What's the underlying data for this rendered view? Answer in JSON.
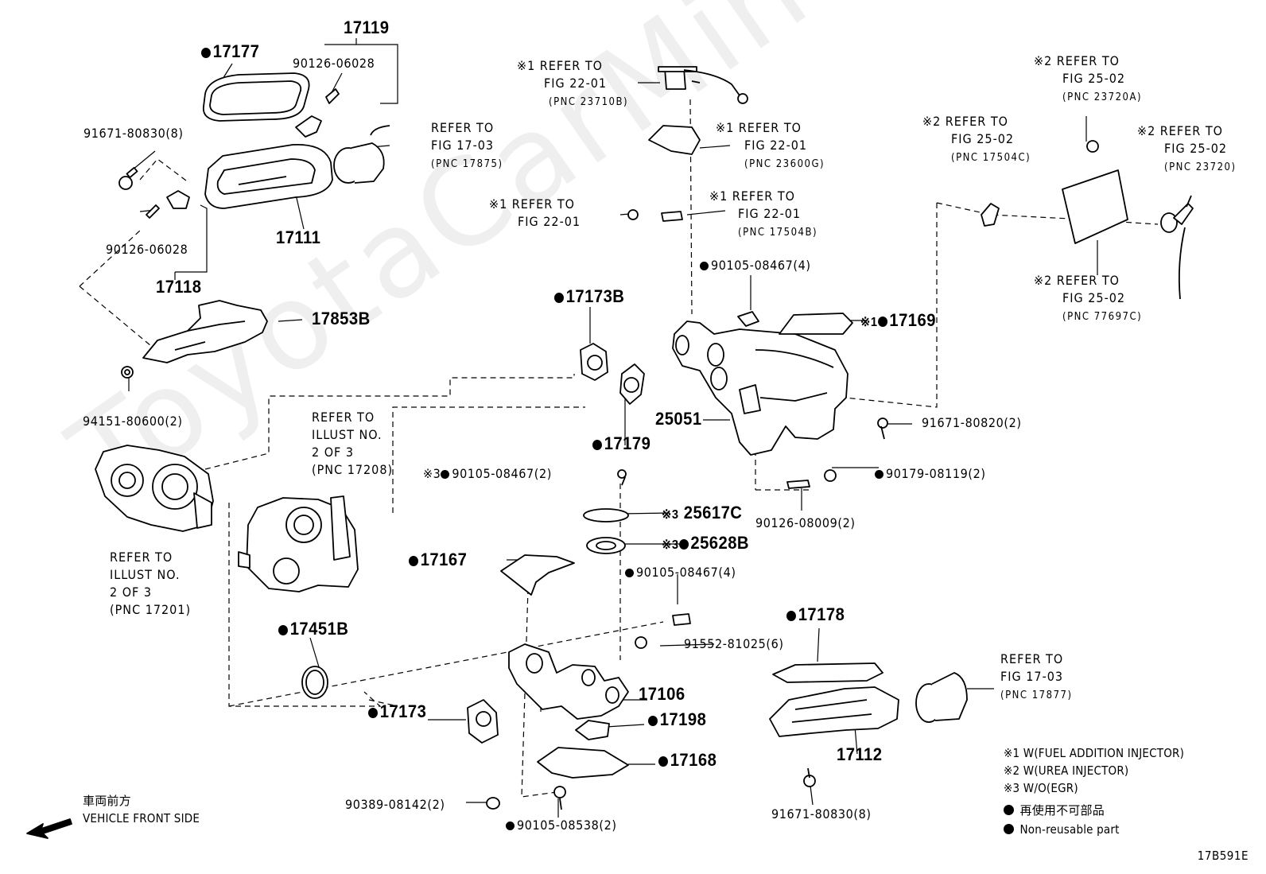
{
  "watermark": "ToyotaCarMine.ru",
  "figure_id": "17B591E",
  "labels": {
    "p17177": "17177",
    "p17119": "17119",
    "b90126a": "90126-06028",
    "b91671a": "91671-80830(8)",
    "p17111": "17111",
    "b90126b": "90126-06028",
    "p17118": "17118",
    "p17853B": "17853B",
    "b94151": "94151-80600(2)",
    "p17173B": "17173B",
    "p17179": "17179",
    "p25051": "25051",
    "b90105a": "90105-08467(4)",
    "p17169": "17169",
    "b91671b": "91671-80820(2)",
    "b90179": "90179-08119(2)",
    "b90126c": "90126-08009(2)",
    "b90105b": "90105-08467(2)",
    "p25617C": "25617C",
    "p25628B": "25628B",
    "p17167": "17167",
    "b90105c": "90105-08467(4)",
    "b91552": "91552-81025(6)",
    "p17451B": "17451B",
    "p17106": "17106",
    "p17173": "17173",
    "p17198": "17198",
    "p17168": "17168",
    "b90389": "90389-08142(2)",
    "b90105d": "90105-08538(2)",
    "p17178": "17178",
    "p17112": "17112",
    "b91671c": "91671-80830(8)"
  },
  "marks": {
    "k1": "※1",
    "k2": "※2",
    "k3": "※3"
  },
  "refs": {
    "r_17875": {
      "l1": "REFER TO",
      "l2": "FIG 17-03",
      "l3": "(PNC 17875)"
    },
    "r_23710B": {
      "l1": "REFER TO",
      "l2": "FIG 22-01",
      "l3": "(PNC 23710B)"
    },
    "r_23600G": {
      "l1": "REFER TO",
      "l2": "FIG 22-01",
      "l3": "(PNC 23600G)"
    },
    "r_fig2201": {
      "l1": "REFER TO",
      "l2": "FIG 22-01"
    },
    "r_17504B": {
      "l1": "REFER TO",
      "l2": "FIG 22-01",
      "l3": "(PNC 17504B)"
    },
    "r_23720A": {
      "l1": "REFER TO",
      "l2": "FIG 25-02",
      "l3": "(PNC 23720A)"
    },
    "r_17504C": {
      "l1": "REFER TO",
      "l2": "FIG 25-02",
      "l3": "(PNC 17504C)"
    },
    "r_23720": {
      "l1": "REFER TO",
      "l2": "FIG 25-02",
      "l3": "(PNC 23720)"
    },
    "r_77697C": {
      "l1": "REFER TO",
      "l2": "FIG 25-02",
      "l3": "(PNC 77697C)"
    },
    "r_17208": {
      "l1": "REFER TO",
      "l2": "ILLUST NO.",
      "l3": "2 OF 3",
      "l4": "(PNC 17208)"
    },
    "r_17201": {
      "l1": "REFER TO",
      "l2": "ILLUST NO.",
      "l3": "2 OF 3",
      "l4": "(PNC 17201)"
    },
    "r_17877": {
      "l1": "REFER TO",
      "l2": "FIG 17-03",
      "l3": "(PNC 17877)"
    }
  },
  "front": {
    "jp": "車両前方",
    "en": "VEHICLE FRONT SIDE"
  },
  "legend": {
    "n1": "※1 W(FUEL ADDITION INJECTOR)",
    "n2": "※2 W(UREA INJECTOR)",
    "n3": "※3 W/O(EGR)",
    "nr_jp": "再使用不可部品",
    "nr_en": "Non-reusable part"
  }
}
